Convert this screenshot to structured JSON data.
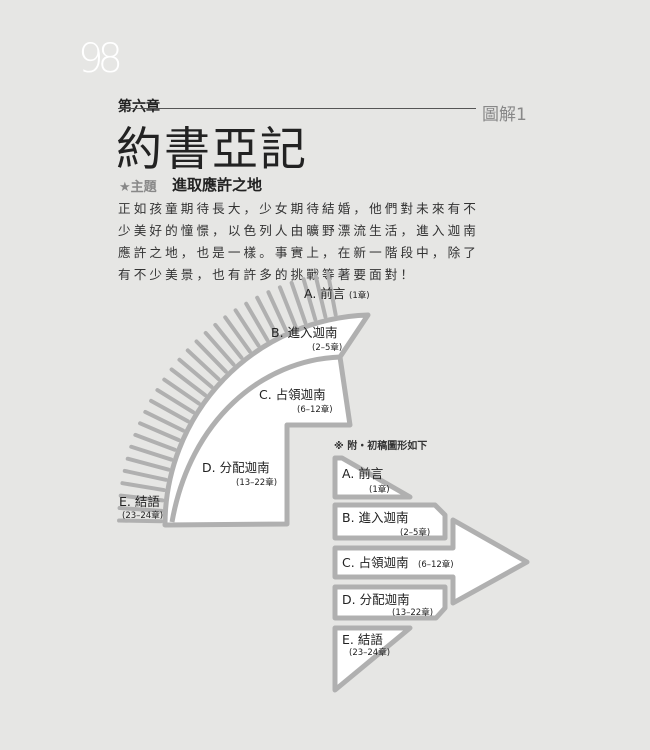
{
  "page_number": "98",
  "chapter": "第六章",
  "figure_label": "圖解1",
  "title": "約書亞記",
  "theme": {
    "label": "★主題",
    "text": "進取應許之地"
  },
  "body": "正如孩童期待長大，少女期待結婚，他們對未來有不少美好的憧憬，以色列人由曠野漂流生活，進入迦南應許之地，也是一樣。事實上，在新一階段中，除了有不少美景，也有許多的挑戰等著要面對！",
  "colors": {
    "background": "#e6e6e4",
    "outline": "#b0b0b0",
    "fill": "#ffffff"
  },
  "diagram": {
    "sections": [
      {
        "label": "A. 前言",
        "chapters": "(1章)"
      },
      {
        "label": "B. 進入迦南",
        "chapters": "(2–5章)"
      },
      {
        "label": "C. 占領迦南",
        "chapters": "(6–12章)"
      },
      {
        "label": "D. 分配迦南",
        "chapters": "(13–22章)"
      },
      {
        "label": "E. 結語",
        "chapters": "(23–24章)"
      }
    ]
  },
  "draft": {
    "note": "※ 附・初稿圖形如下",
    "sections": [
      {
        "label": "A. 前言",
        "chapters": "(1章)"
      },
      {
        "label": "B. 進入迦南",
        "chapters": "(2–5章)"
      },
      {
        "label": "C. 占領迦南",
        "chapters": "(6–12章)"
      },
      {
        "label": "D. 分配迦南",
        "chapters": "(13–22章)"
      },
      {
        "label": "E. 結語",
        "chapters": "(23–24章)"
      }
    ]
  }
}
